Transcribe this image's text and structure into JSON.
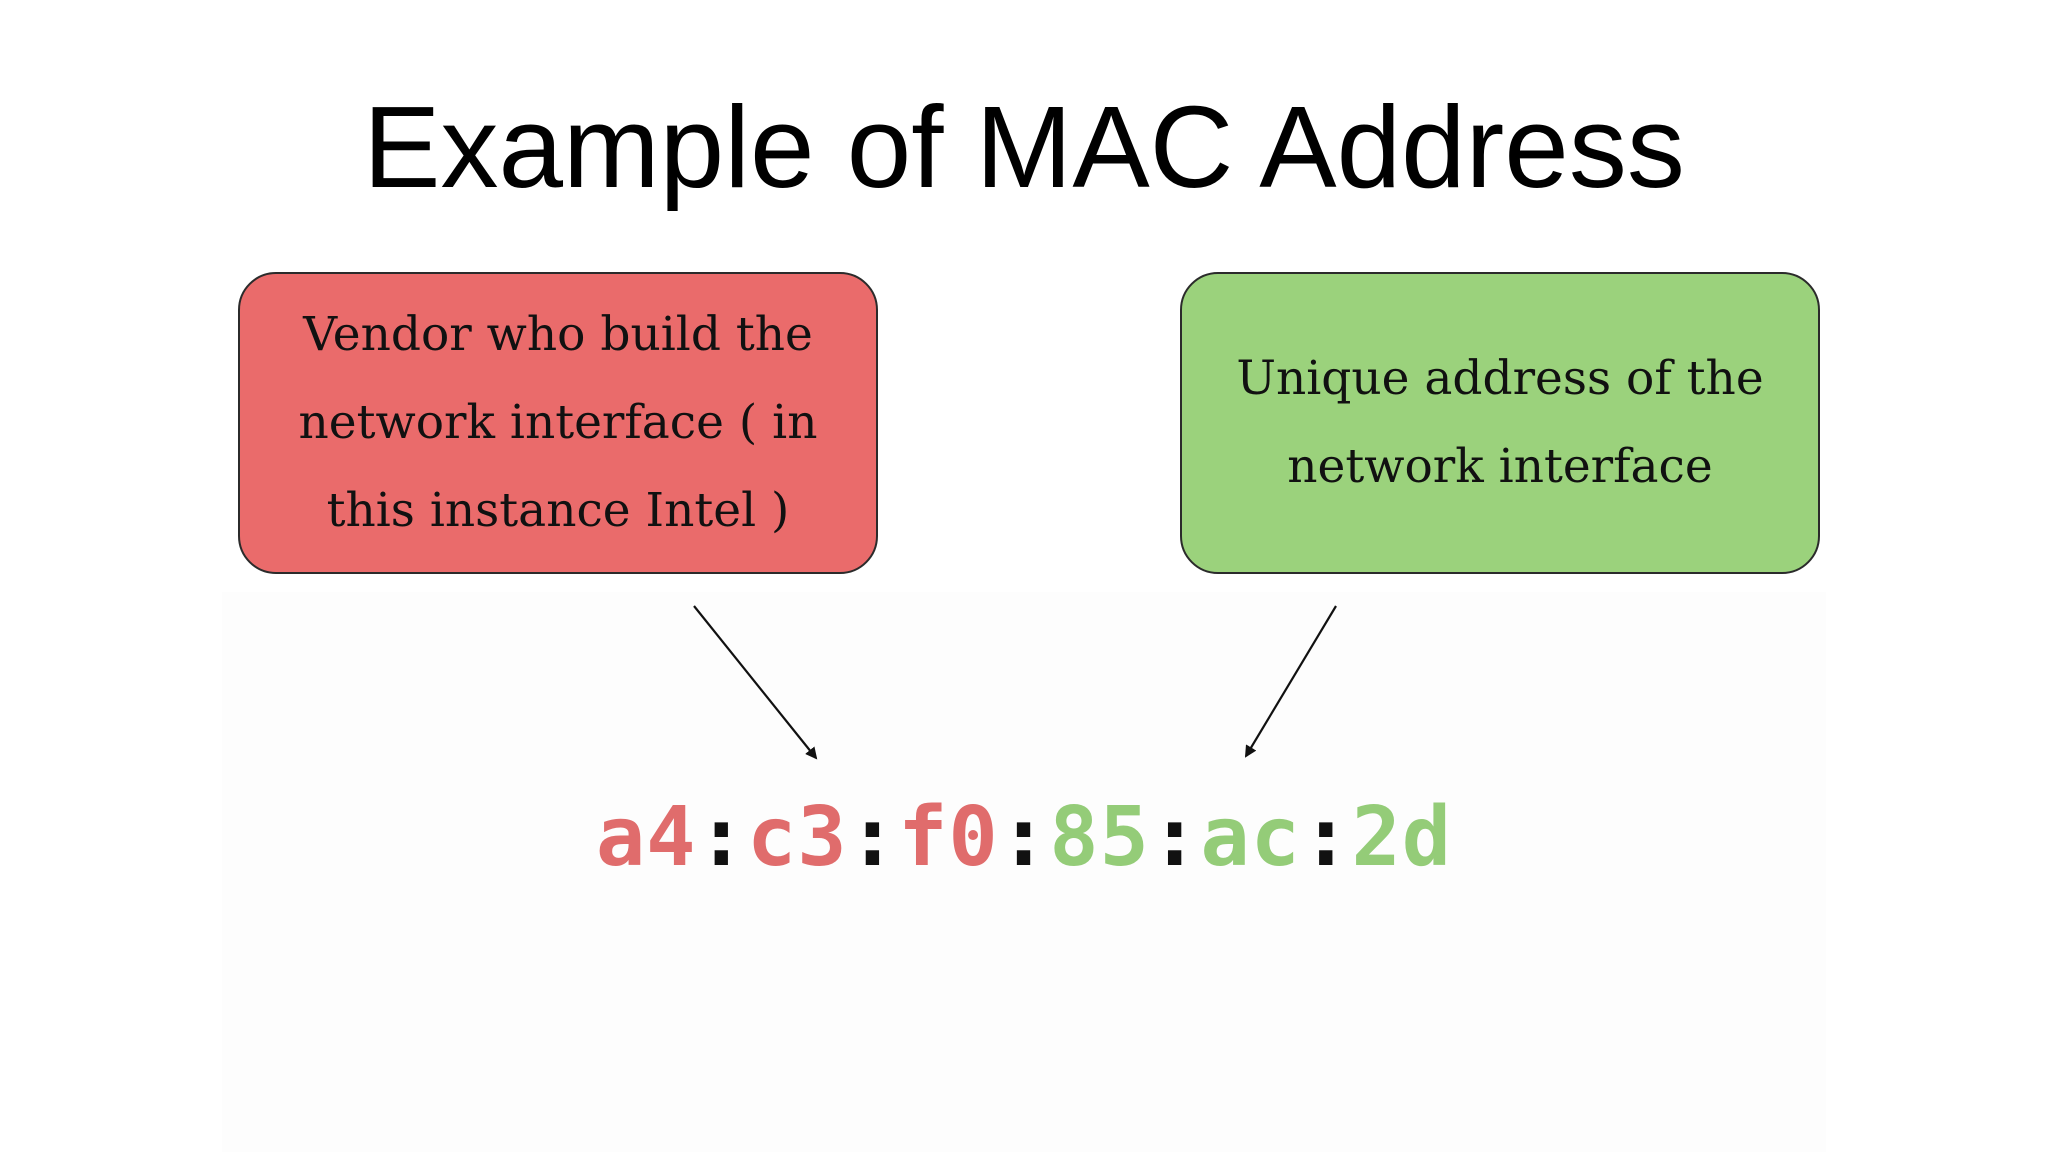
{
  "title": "Example of MAC Address",
  "callouts": {
    "vendor": {
      "text": "Vendor who build the\nnetwork interface ( in\nthis instance Intel )",
      "color": "#ea6b6b"
    },
    "unique": {
      "text": "Unique address of the\nnetwork interface",
      "color": "#9bd27c"
    }
  },
  "mac_address": {
    "octets": [
      "a4",
      "c3",
      "f0",
      "85",
      "ac",
      "2d"
    ],
    "separator": ":",
    "vendor_color": "#e06c6c",
    "unique_color": "#94cc78",
    "separator_color": "#111111"
  }
}
